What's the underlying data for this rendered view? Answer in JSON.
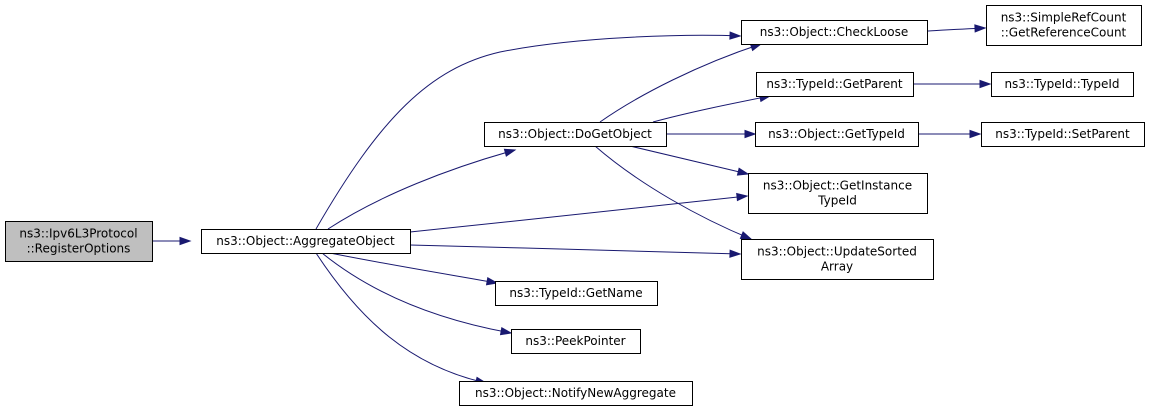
{
  "diagram": {
    "nodes": [
      {
        "id": "register_options",
        "lines": [
          "ns3::Ipv6L3Protocol",
          "::RegisterOptions"
        ],
        "root": true
      },
      {
        "id": "aggregate_object",
        "lines": [
          "ns3::Object::AggregateObject"
        ]
      },
      {
        "id": "do_get_object",
        "lines": [
          "ns3::Object::DoGetObject"
        ]
      },
      {
        "id": "check_loose",
        "lines": [
          "ns3::Object::CheckLoose"
        ]
      },
      {
        "id": "get_reference_count",
        "lines": [
          "ns3::SimpleRefCount",
          "::GetReferenceCount"
        ]
      },
      {
        "id": "typeid_get_parent",
        "lines": [
          "ns3::TypeId::GetParent"
        ]
      },
      {
        "id": "typeid_typeid",
        "lines": [
          "ns3::TypeId::TypeId"
        ]
      },
      {
        "id": "object_get_typeid",
        "lines": [
          "ns3::Object::GetTypeId"
        ]
      },
      {
        "id": "typeid_set_parent",
        "lines": [
          "ns3::TypeId::SetParent"
        ]
      },
      {
        "id": "get_instance_typeid",
        "lines": [
          "ns3::Object::GetInstance",
          "TypeId"
        ]
      },
      {
        "id": "update_sorted_array",
        "lines": [
          "ns3::Object::UpdateSorted",
          "Array"
        ]
      },
      {
        "id": "typeid_get_name",
        "lines": [
          "ns3::TypeId::GetName"
        ]
      },
      {
        "id": "peek_pointer",
        "lines": [
          "ns3::PeekPointer"
        ]
      },
      {
        "id": "notify_new_aggregate",
        "lines": [
          "ns3::Object::NotifyNewAggregate"
        ]
      }
    ],
    "edges": [
      {
        "from": "register_options",
        "to": "aggregate_object"
      },
      {
        "from": "aggregate_object",
        "to": "check_loose"
      },
      {
        "from": "aggregate_object",
        "to": "do_get_object"
      },
      {
        "from": "aggregate_object",
        "to": "get_instance_typeid"
      },
      {
        "from": "aggregate_object",
        "to": "update_sorted_array"
      },
      {
        "from": "aggregate_object",
        "to": "typeid_get_name"
      },
      {
        "from": "aggregate_object",
        "to": "peek_pointer"
      },
      {
        "from": "aggregate_object",
        "to": "notify_new_aggregate"
      },
      {
        "from": "do_get_object",
        "to": "check_loose"
      },
      {
        "from": "do_get_object",
        "to": "typeid_get_parent"
      },
      {
        "from": "do_get_object",
        "to": "object_get_typeid"
      },
      {
        "from": "do_get_object",
        "to": "get_instance_typeid"
      },
      {
        "from": "do_get_object",
        "to": "update_sorted_array"
      },
      {
        "from": "check_loose",
        "to": "get_reference_count"
      },
      {
        "from": "typeid_get_parent",
        "to": "typeid_typeid"
      },
      {
        "from": "object_get_typeid",
        "to": "typeid_set_parent"
      }
    ],
    "colors": {
      "edge": "#191970",
      "root_fill": "#bfbfbf",
      "node_fill": "#ffffff",
      "border": "#000000"
    }
  }
}
